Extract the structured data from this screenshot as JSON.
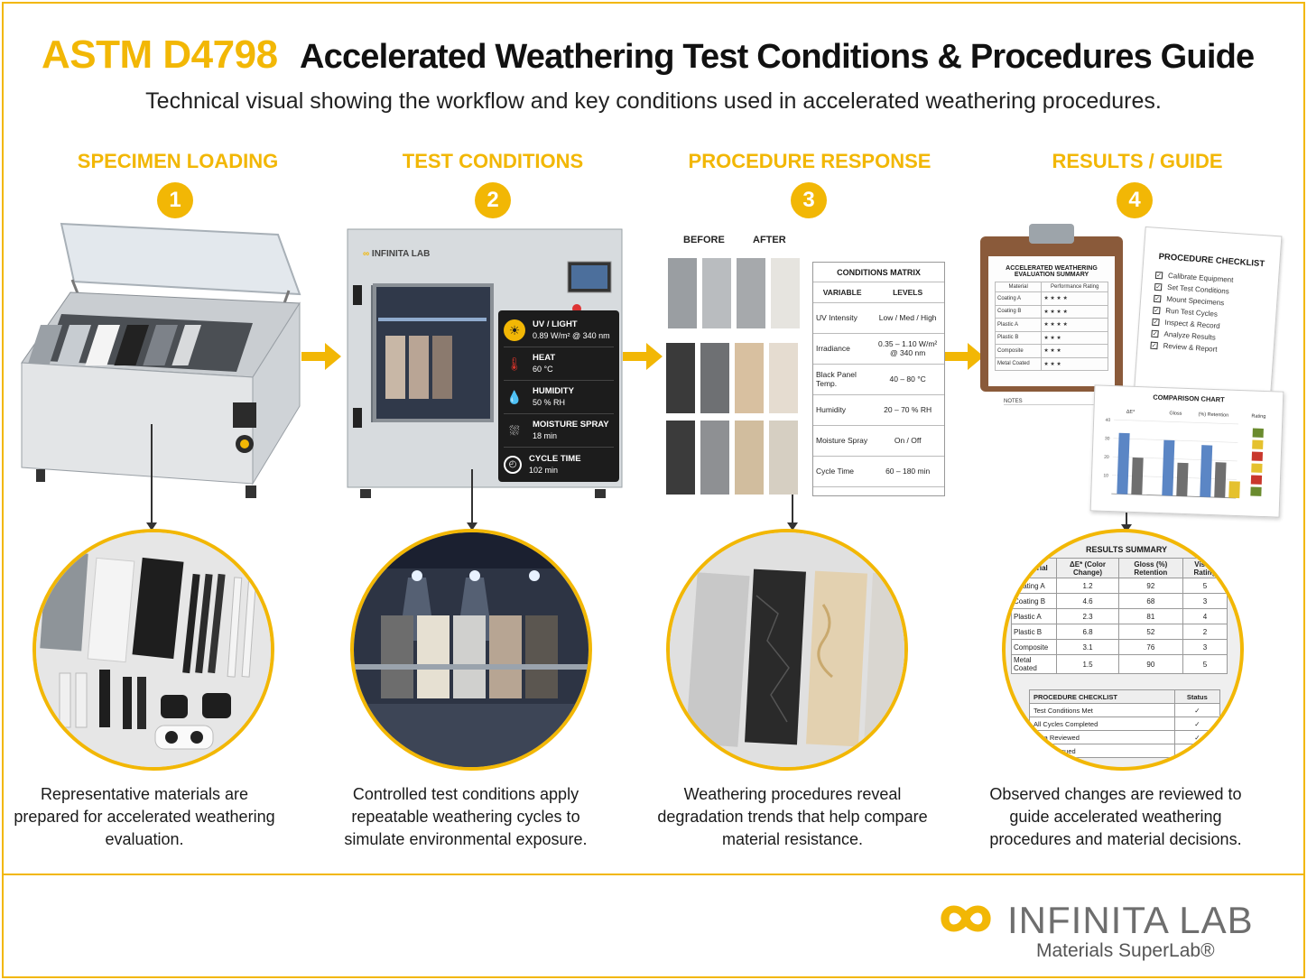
{
  "header": {
    "code": "ASTM D4798",
    "title": "Accelerated Weathering Test Conditions & Procedures Guide",
    "subtitle": "Technical visual showing the workflow and key conditions used in accelerated weathering procedures."
  },
  "steps": [
    {
      "number": "1",
      "title": "SPECIMEN LOADING",
      "caption": "Representative materials are prepared for accelerated weathering evaluation."
    },
    {
      "number": "2",
      "title": "TEST CONDITIONS",
      "caption": "Controlled test conditions apply repeatable weathering cycles to simulate environmental exposure."
    },
    {
      "number": "3",
      "title": "PROCEDURE RESPONSE",
      "caption": "Weathering procedures reveal degradation trends that help compare material resistance."
    },
    {
      "number": "4",
      "title": "RESULTS / GUIDE",
      "caption": "Observed changes are reviewed to guide accelerated weathering procedures and material decisions."
    }
  ],
  "chamber": {
    "brand_small": "INFINITA LAB",
    "overlay": [
      {
        "label": "UV / LIGHT",
        "value": "0.89 W/m² @ 340 nm",
        "icon": "sun-icon",
        "color": "#f2b705"
      },
      {
        "label": "HEAT",
        "value": "60 °C",
        "icon": "thermometer-icon",
        "color": "#d9342b"
      },
      {
        "label": "HUMIDITY",
        "value": "50 % RH",
        "icon": "droplet-icon",
        "color": "#2a8fd6"
      },
      {
        "label": "MOISTURE SPRAY",
        "value": "18 min",
        "icon": "spray-icon",
        "color": "#ffffff"
      },
      {
        "label": "CYCLE TIME",
        "value": "102 min",
        "icon": "timer-icon",
        "color": "#ffffff"
      }
    ]
  },
  "response": {
    "before_label": "BEFORE",
    "after_label": "AFTER",
    "matrix": {
      "title": "CONDITIONS MATRIX",
      "headers": [
        "VARIABLE",
        "LEVELS"
      ],
      "rows": [
        [
          "UV Intensity",
          "Low / Med / High"
        ],
        [
          "Irradiance",
          "0.35 – 1.10 W/m² @ 340 nm"
        ],
        [
          "Black Panel Temp.",
          "40 – 80 °C"
        ],
        [
          "Humidity",
          "20 – 70 % RH"
        ],
        [
          "Moisture Spray",
          "On / Off"
        ],
        [
          "Cycle Time",
          "60 – 180 min"
        ]
      ]
    }
  },
  "clipboard": {
    "title": "ACCELERATED WEATHERING EVALUATION SUMMARY",
    "headers": [
      "Material",
      "Performance Rating"
    ],
    "rows": [
      [
        "Coating A",
        "★ ★ ★ ★"
      ],
      [
        "Coating B",
        "★ ★ ★ ★"
      ],
      [
        "Plastic A",
        "★ ★ ★ ★"
      ],
      [
        "Plastic B",
        "★ ★ ★"
      ],
      [
        "Composite",
        "★ ★ ★"
      ],
      [
        "Metal Coated",
        "★ ★ ★"
      ]
    ],
    "notes_label": "NOTES"
  },
  "notebook": {
    "title": "PROCEDURE CHECKLIST",
    "items": [
      "Calibrate Equipment",
      "Set Test Conditions",
      "Mount Specimens",
      "Run Test Cycles",
      "Inspect & Record",
      "Analyze Results",
      "Review & Report"
    ]
  },
  "chart_data": {
    "type": "bar",
    "title": "COMPARISON CHART",
    "groups": [
      "ΔE*",
      "Gloss",
      "(%) Retention",
      "Rating"
    ],
    "y_ticks": [
      "40",
      "30",
      "20",
      "10"
    ],
    "series": [
      {
        "values": [
          33,
          30,
          28
        ],
        "color": "#5b86c5"
      },
      {
        "values": [
          20,
          18,
          19
        ],
        "color": "#6f6f6f"
      },
      {
        "values": [
          0,
          0,
          9
        ],
        "color": "#e5c12e"
      }
    ],
    "rating_swatches": [
      "#6a8b2e",
      "#e5c12e",
      "#c9372c",
      "#e5c12e",
      "#c9372c",
      "#6a8b2e"
    ]
  },
  "results": {
    "title": "RESULTS SUMMARY",
    "headers": [
      "Material",
      "ΔE* (Color Change)",
      "Gloss (%) Retention",
      "Visual Rating"
    ],
    "rows": [
      [
        "Coating A",
        "1.2",
        "92",
        "5"
      ],
      [
        "Coating B",
        "4.6",
        "68",
        "3"
      ],
      [
        "Plastic A",
        "2.3",
        "81",
        "4"
      ],
      [
        "Plastic B",
        "6.8",
        "52",
        "2"
      ],
      [
        "Composite",
        "3.1",
        "76",
        "3"
      ],
      [
        "Metal Coated",
        "1.5",
        "90",
        "5"
      ]
    ],
    "checklist_headers": [
      "PROCEDURE CHECKLIST",
      "Status"
    ],
    "checklist": [
      [
        "Test Conditions Met",
        "✓"
      ],
      [
        "All Cycles Completed",
        "✓"
      ],
      [
        "Data Reviewed",
        "✓"
      ],
      [
        "Report Issued",
        "✓"
      ]
    ]
  },
  "brand": {
    "name": "INFINITA LAB",
    "tagline": "Materials SuperLab®",
    "color": "#f2b705"
  }
}
